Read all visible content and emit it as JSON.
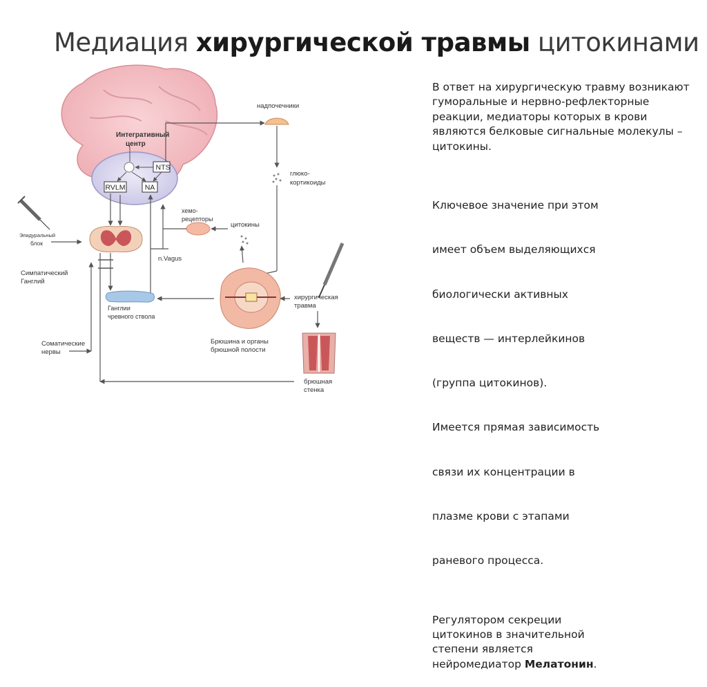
{
  "slide": {
    "title_part1": "Медиация ",
    "title_emphasis": "хирургической травмы",
    "title_part2": " цитокинами"
  },
  "text": {
    "p1": [
      "В ответ на хирургическую травму возникают",
      "гуморальные и нервно-рефлекторные",
      "реакции, медиаторы которых в крови",
      "являются белковые сигнальные молекулы –",
      "цитокины."
    ],
    "p2": [
      "Ключевое значение при этом",
      "имеет объем выделяющихся",
      " биологически активных",
      "веществ — интерлейкинов",
      "(группа цитокинов).",
      " Имеется прямая зависимость",
      "связи их концентрации в",
      "плазме крови с этапами",
      "раневого процесса."
    ],
    "p3_lines": [
      "Регулятором секреции",
      "цитокинов в значительной",
      "степени является"
    ],
    "p3_last_prefix": "нейромедиатор ",
    "p3_last_bold": "Мелатонин",
    "p3_last_suffix": "."
  },
  "diagram": {
    "integrative_center": [
      "Интегративный",
      "центр"
    ],
    "nts": "NTS",
    "rvlm": "RVLM",
    "na": "NA",
    "adrenals": "надпочечники",
    "glucocorticoids": [
      "глюко-",
      "кортикоиды"
    ],
    "chemoreceptors": [
      "хемо-",
      "рецепторы"
    ],
    "cytokines": "цитокины",
    "epidural_block": [
      "Эпидуральный",
      "блок"
    ],
    "vagus": "n.Vagus",
    "sympathetic_ganglion": [
      "Симпатический",
      "Ганглий"
    ],
    "trunk_ganglia": [
      "Ганглии",
      "чревного ствола"
    ],
    "surgical_trauma": [
      "хирургическая",
      "травма"
    ],
    "peritoneum": [
      "Брюшина и органы",
      "брюшной полости"
    ],
    "somatic_nerves": [
      "Соматические",
      "нервы"
    ],
    "abdominal_wall": [
      "брюшная",
      "стенка"
    ]
  }
}
